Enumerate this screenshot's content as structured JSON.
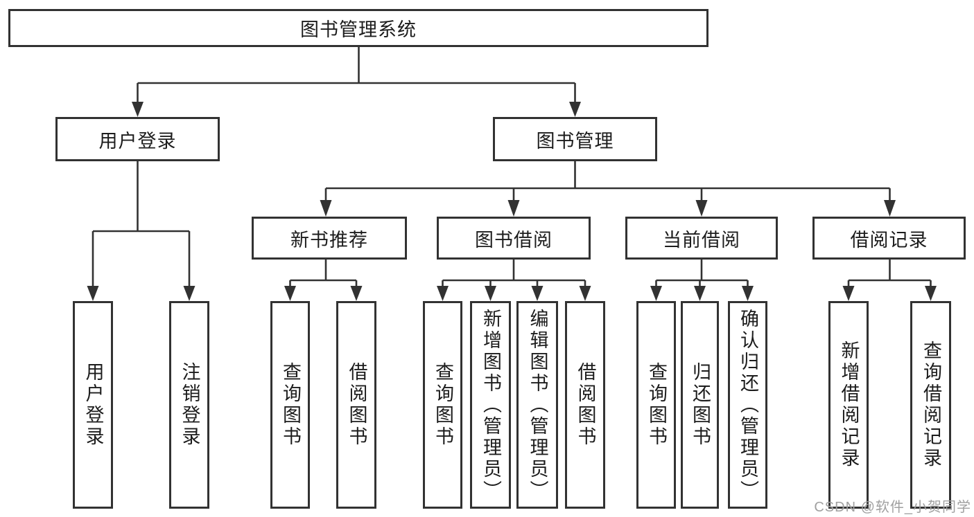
{
  "diagram": {
    "root": {
      "label": "图书管理系统"
    },
    "branches": [
      {
        "label": "用户登录",
        "leaves": [
          {
            "label": "用户登录"
          },
          {
            "label": "注销登录"
          }
        ]
      },
      {
        "label": "图书管理",
        "groups": [
          {
            "label": "新书推荐",
            "leaves": [
              {
                "label": "查询图书"
              },
              {
                "label": "借阅图书"
              }
            ]
          },
          {
            "label": "图书借阅",
            "leaves": [
              {
                "label": "查询图书"
              },
              {
                "label": "新增图书（管理员）"
              },
              {
                "label": "编辑图书（管理员）"
              },
              {
                "label": "借阅图书"
              }
            ]
          },
          {
            "label": "当前借阅",
            "leaves": [
              {
                "label": "查询图书"
              },
              {
                "label": "归还图书"
              },
              {
                "label": "确认归还（管理员）"
              }
            ]
          },
          {
            "label": "借阅记录",
            "leaves": [
              {
                "label": "新增借阅记录"
              },
              {
                "label": "查询借阅记录"
              }
            ]
          }
        ]
      }
    ]
  },
  "watermark": {
    "text": "CSDN @软件_小贺同学"
  },
  "colors": {
    "line": "#323232",
    "text": "#1c1c1c",
    "watermark": "#a0a0a0",
    "background": "#ffffff"
  }
}
